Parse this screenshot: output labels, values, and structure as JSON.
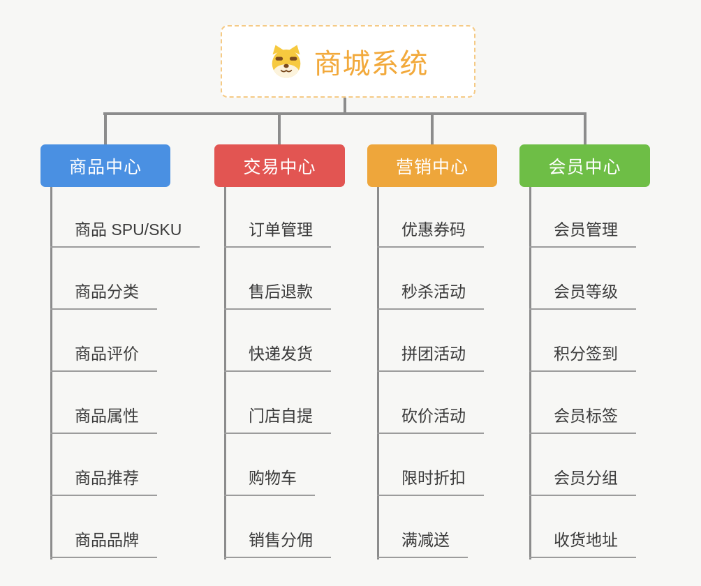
{
  "root": {
    "title": "商城系统",
    "icon": "dog-face-icon"
  },
  "colors": {
    "bg": "#F7F7F5",
    "connector": "#8C8C8C",
    "underline": "#9C9C9C",
    "leaf_text": "#3A3A3A",
    "root_text": "#F2A93B",
    "root_border": "#F5CA85",
    "node_text": "#FFFFFF"
  },
  "branches": [
    {
      "label": "商品中心",
      "color": "#4A90E2",
      "items": [
        "商品 SPU/SKU",
        "商品分类",
        "商品评价",
        "商品属性",
        "商品推荐",
        "商品品牌"
      ]
    },
    {
      "label": "交易中心",
      "color": "#E25552",
      "items": [
        "订单管理",
        "售后退款",
        "快递发货",
        "门店自提",
        "购物车",
        "销售分佣"
      ]
    },
    {
      "label": "营销中心",
      "color": "#EEA63B",
      "items": [
        "优惠券码",
        "秒杀活动",
        "拼团活动",
        "砍价活动",
        "限时折扣",
        "满减送"
      ]
    },
    {
      "label": "会员中心",
      "color": "#6EBE46",
      "items": [
        "会员管理",
        "会员等级",
        "积分签到",
        "会员标签",
        "会员分组",
        "收货地址"
      ]
    }
  ]
}
